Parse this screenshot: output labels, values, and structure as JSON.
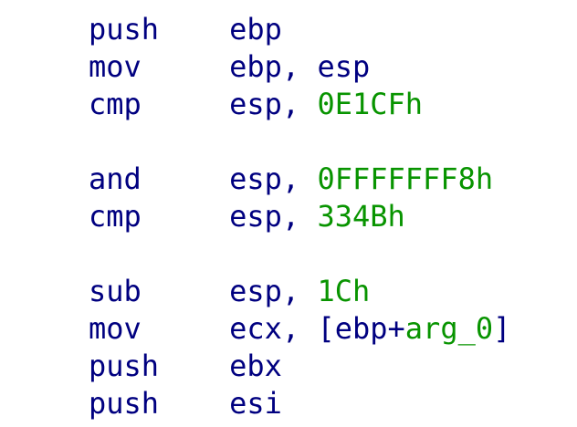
{
  "colors": {
    "background": "#ffffff",
    "code": "#000080",
    "number": "#089400",
    "stack_variable": "#089400"
  },
  "listing": {
    "columns": {
      "mnemonic_width_ch": 8
    },
    "lines": [
      {
        "mnemonic": "push",
        "operands": [
          {
            "text": "ebp",
            "type": "code"
          }
        ]
      },
      {
        "mnemonic": "mov",
        "operands": [
          {
            "text": "ebp, esp",
            "type": "code"
          }
        ]
      },
      {
        "mnemonic": "cmp",
        "operands": [
          {
            "text": "esp, ",
            "type": "code"
          },
          {
            "text": "0E1CFh",
            "type": "number"
          }
        ]
      },
      {
        "blank": true
      },
      {
        "mnemonic": "and",
        "operands": [
          {
            "text": "esp, ",
            "type": "code"
          },
          {
            "text": "0FFFFFFF8h",
            "type": "number"
          }
        ]
      },
      {
        "mnemonic": "cmp",
        "operands": [
          {
            "text": "esp, ",
            "type": "code"
          },
          {
            "text": "334Bh",
            "type": "number"
          }
        ]
      },
      {
        "blank": true
      },
      {
        "mnemonic": "sub",
        "operands": [
          {
            "text": "esp, ",
            "type": "code"
          },
          {
            "text": "1Ch",
            "type": "number"
          }
        ]
      },
      {
        "mnemonic": "mov",
        "operands": [
          {
            "text": "ecx, [ebp+",
            "type": "code"
          },
          {
            "text": "arg_0",
            "type": "stack_variable"
          },
          {
            "text": "]",
            "type": "code"
          }
        ]
      },
      {
        "mnemonic": "push",
        "operands": [
          {
            "text": "ebx",
            "type": "code"
          }
        ]
      },
      {
        "mnemonic": "push",
        "operands": [
          {
            "text": "esi",
            "type": "code"
          }
        ]
      }
    ]
  }
}
